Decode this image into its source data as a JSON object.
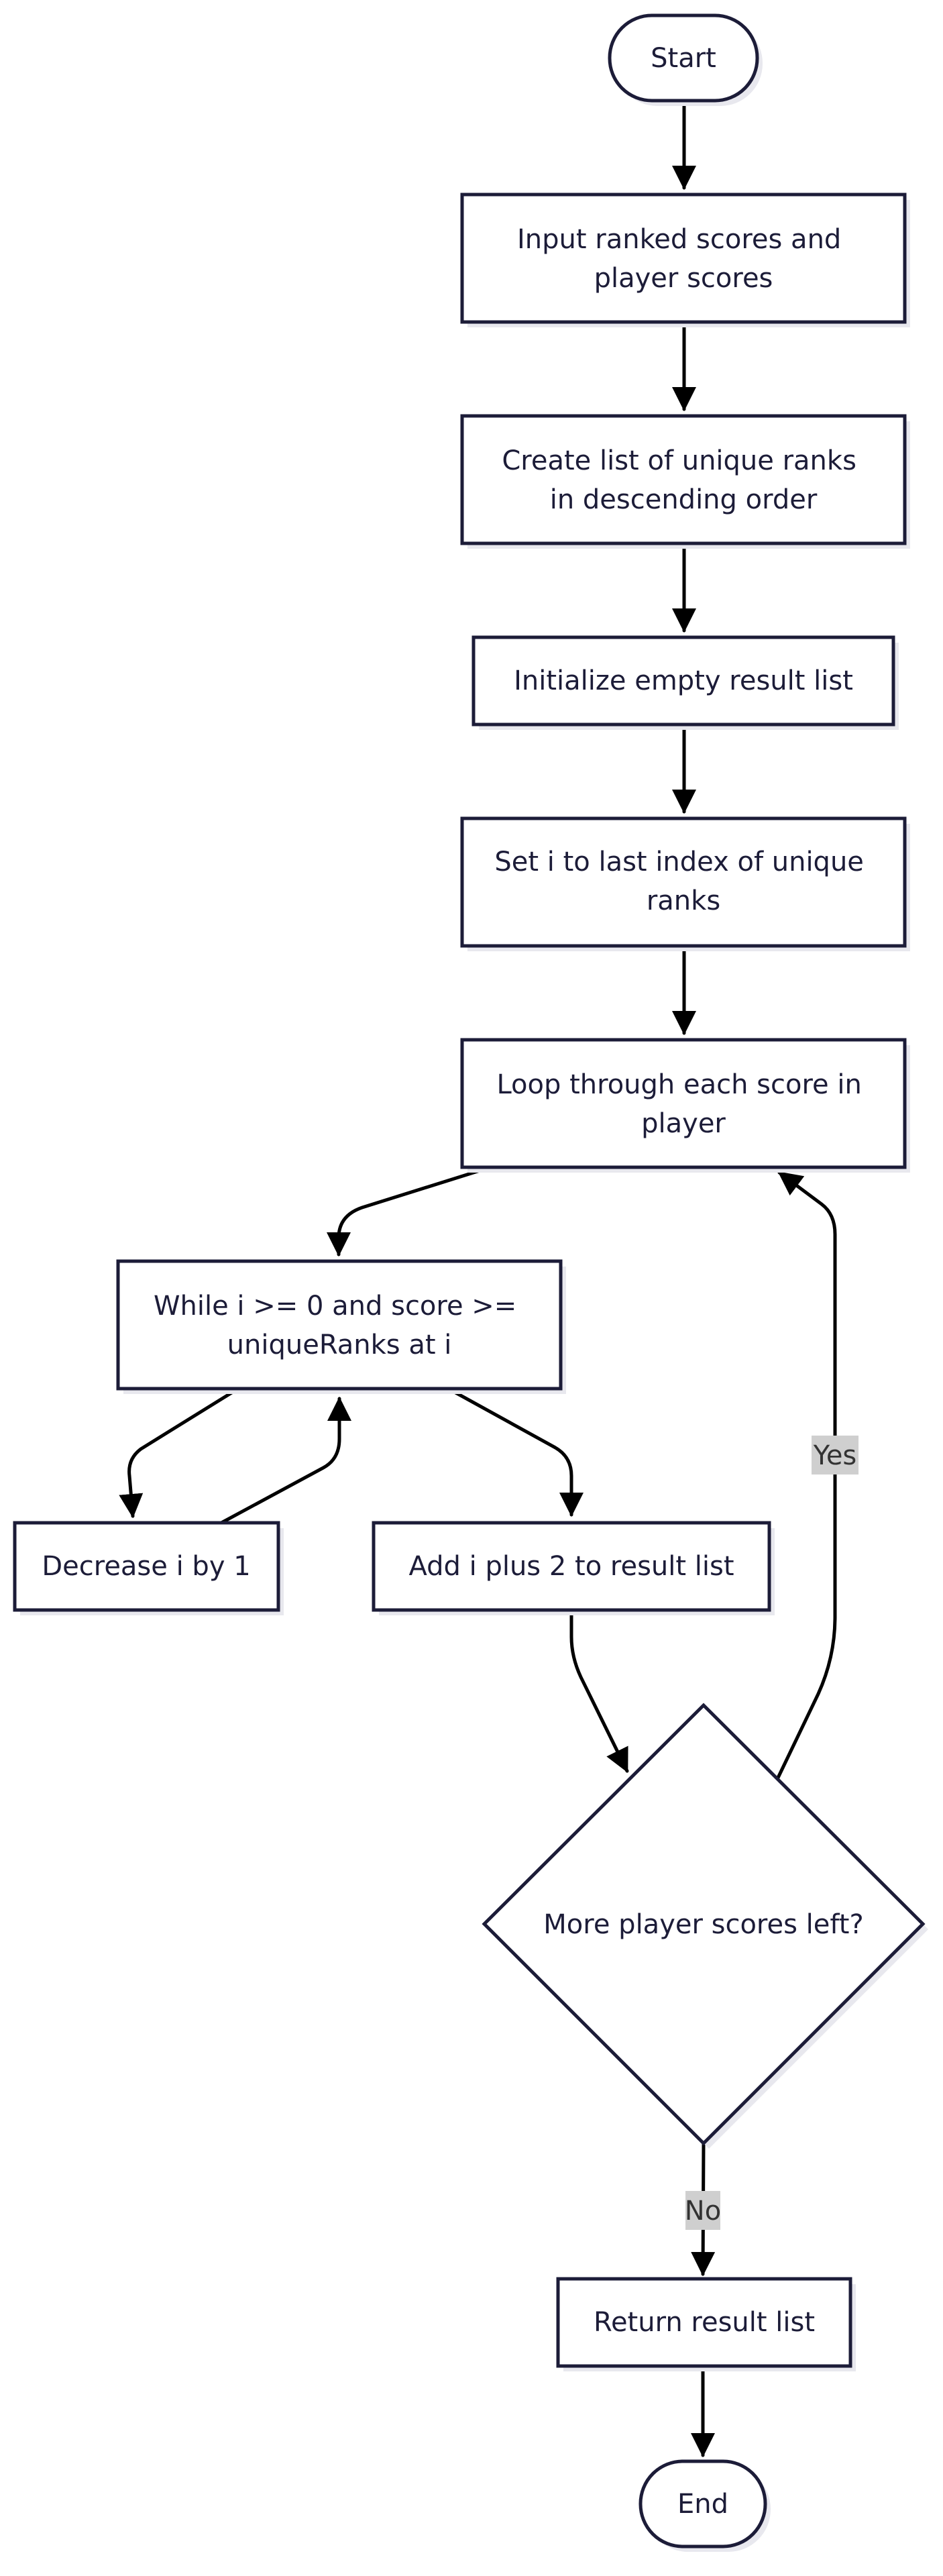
{
  "nodes": {
    "start": "Start",
    "input": [
      "Input ranked scores and",
      "player scores"
    ],
    "create": [
      "Create list of unique ranks",
      "in descending order"
    ],
    "init": "Initialize empty result list",
    "set_i": [
      "Set i to last index of unique",
      "ranks"
    ],
    "loop": [
      "Loop through each score in",
      "player"
    ],
    "while": [
      "While i >= 0 and score >=",
      "uniqueRanks at i"
    ],
    "decrease": "Decrease i by 1",
    "add": "Add i plus 2 to result list",
    "decision": "More player scores left?",
    "return": "Return result list",
    "end": "End"
  },
  "edge_labels": {
    "yes": "Yes",
    "no": "No"
  }
}
